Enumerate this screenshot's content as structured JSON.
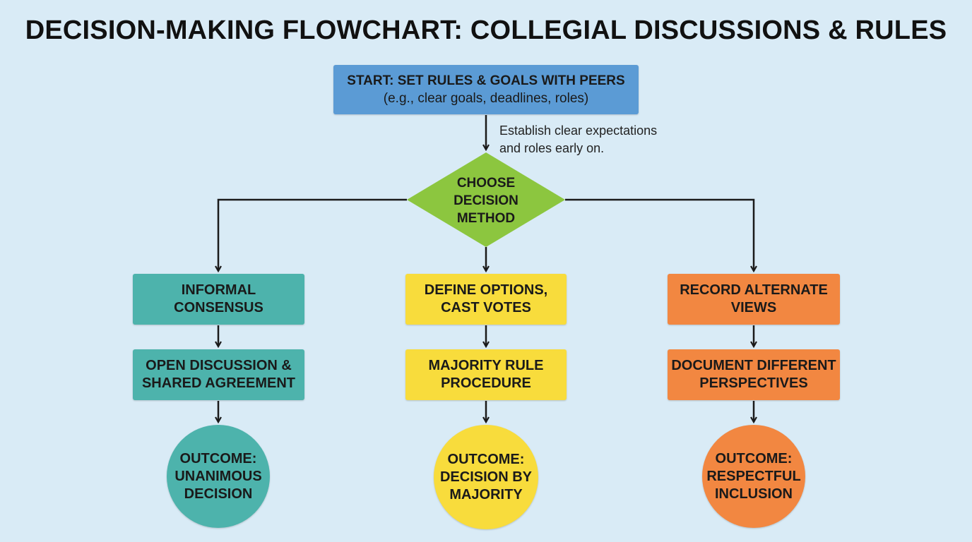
{
  "title": "DECISION-MAKING FLOWCHART: COLLEGIAL DISCUSSIONS & RULES",
  "colors": {
    "background": "#d9ebf6",
    "start": "#5b9bd5",
    "decision": "#8cc63f",
    "teal": "#4db3ac",
    "yellow": "#f8dc3c",
    "orange": "#f28741",
    "line": "#1a1a1a"
  },
  "start": {
    "line1": "START: SET RULES & GOALS WITH PEERS",
    "line2": "(e.g., clear goals, deadlines, roles)"
  },
  "note": {
    "line1": "Establish clear expectations",
    "line2": "and roles early on."
  },
  "decision": {
    "line1": "CHOOSE",
    "line2": "DECISION",
    "line3": "METHOD"
  },
  "branches": {
    "left": {
      "step1": {
        "line1": "INFORMAL",
        "line2": "CONSENSUS"
      },
      "step2": {
        "line1": "OPEN DISCUSSION &",
        "line2": "SHARED AGREEMENT"
      },
      "outcome": {
        "line1": "OUTCOME:",
        "line2": "UNANIMOUS",
        "line3": "DECISION"
      }
    },
    "middle": {
      "step1": {
        "line1": "DEFINE OPTIONS,",
        "line2": "CAST VOTES"
      },
      "step2": {
        "line1": "MAJORITY RULE",
        "line2": "PROCEDURE"
      },
      "outcome": {
        "line1": "OUTCOME:",
        "line2": "DECISION BY",
        "line3": "MAJORITY"
      }
    },
    "right": {
      "step1": {
        "line1": "RECORD ALTERNATE",
        "line2": "VIEWS"
      },
      "step2": {
        "line1": "DOCUMENT DIFFERENT",
        "line2": "PERSPECTIVES"
      },
      "outcome": {
        "line1": "OUTCOME:",
        "line2": "RESPECTFUL",
        "line3": "INCLUSION"
      }
    }
  }
}
